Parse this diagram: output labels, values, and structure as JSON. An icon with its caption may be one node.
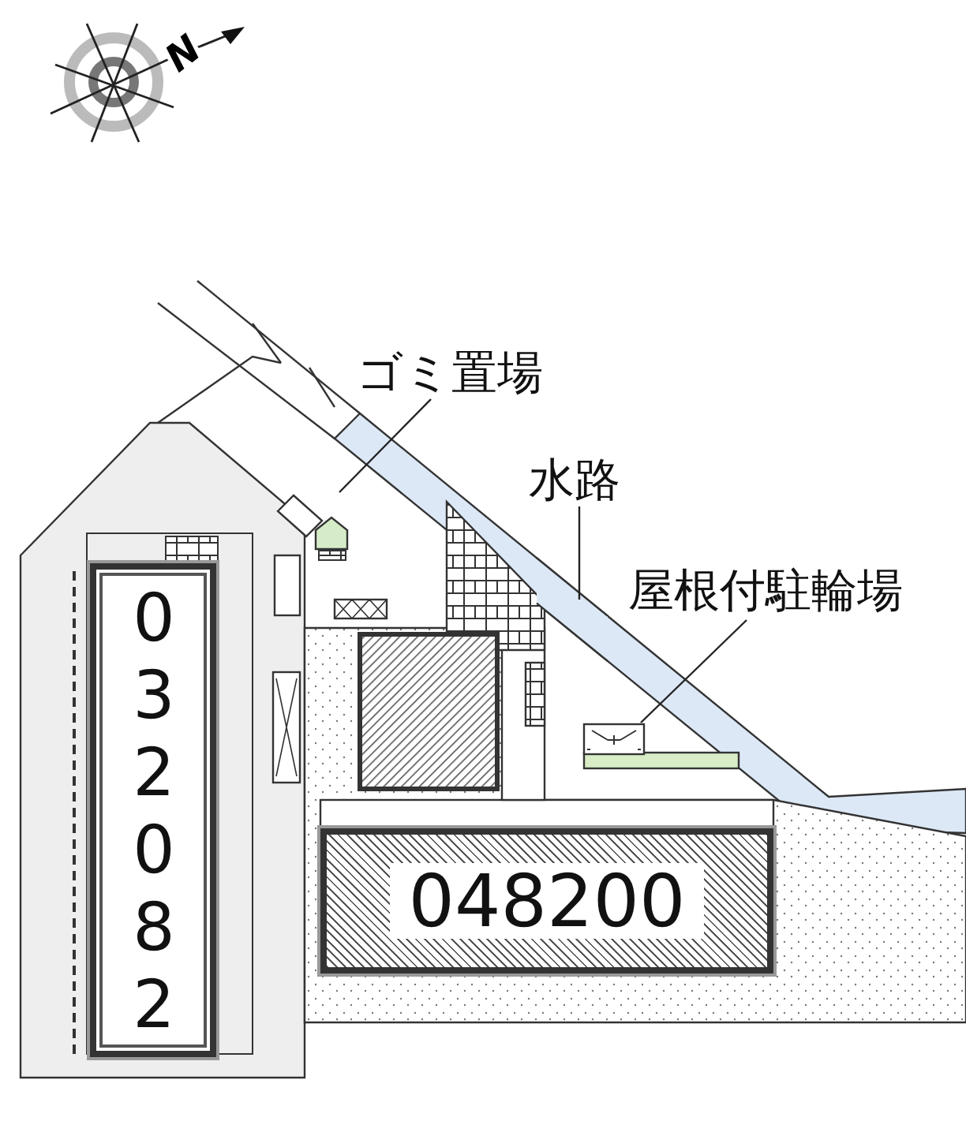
{
  "diagram": {
    "nodes": [
      {
        "text": [
          "ゴミ置場"
        ]
      },
      {
        "text": [],
        "shape": "box"
      },
      {
        "text": [
          "水路"
        ]
      },
      {
        "text": [],
        "shape": "band"
      },
      {
        "text": [
          "屋根付駐輪場"
        ]
      },
      {
        "text": [],
        "shape": "box"
      },
      {
        "text": [
          "032082"
        ]
      },
      {
        "text": [
          "048200"
        ]
      }
    ],
    "edges": [
      {
        "from": 0,
        "to": 1,
        "arrow": "none"
      },
      {
        "from": 2,
        "to": 3,
        "arrow": "none"
      },
      {
        "from": 4,
        "to": 5,
        "arrow": "none"
      }
    ],
    "labels": [
      "N"
    ]
  }
}
